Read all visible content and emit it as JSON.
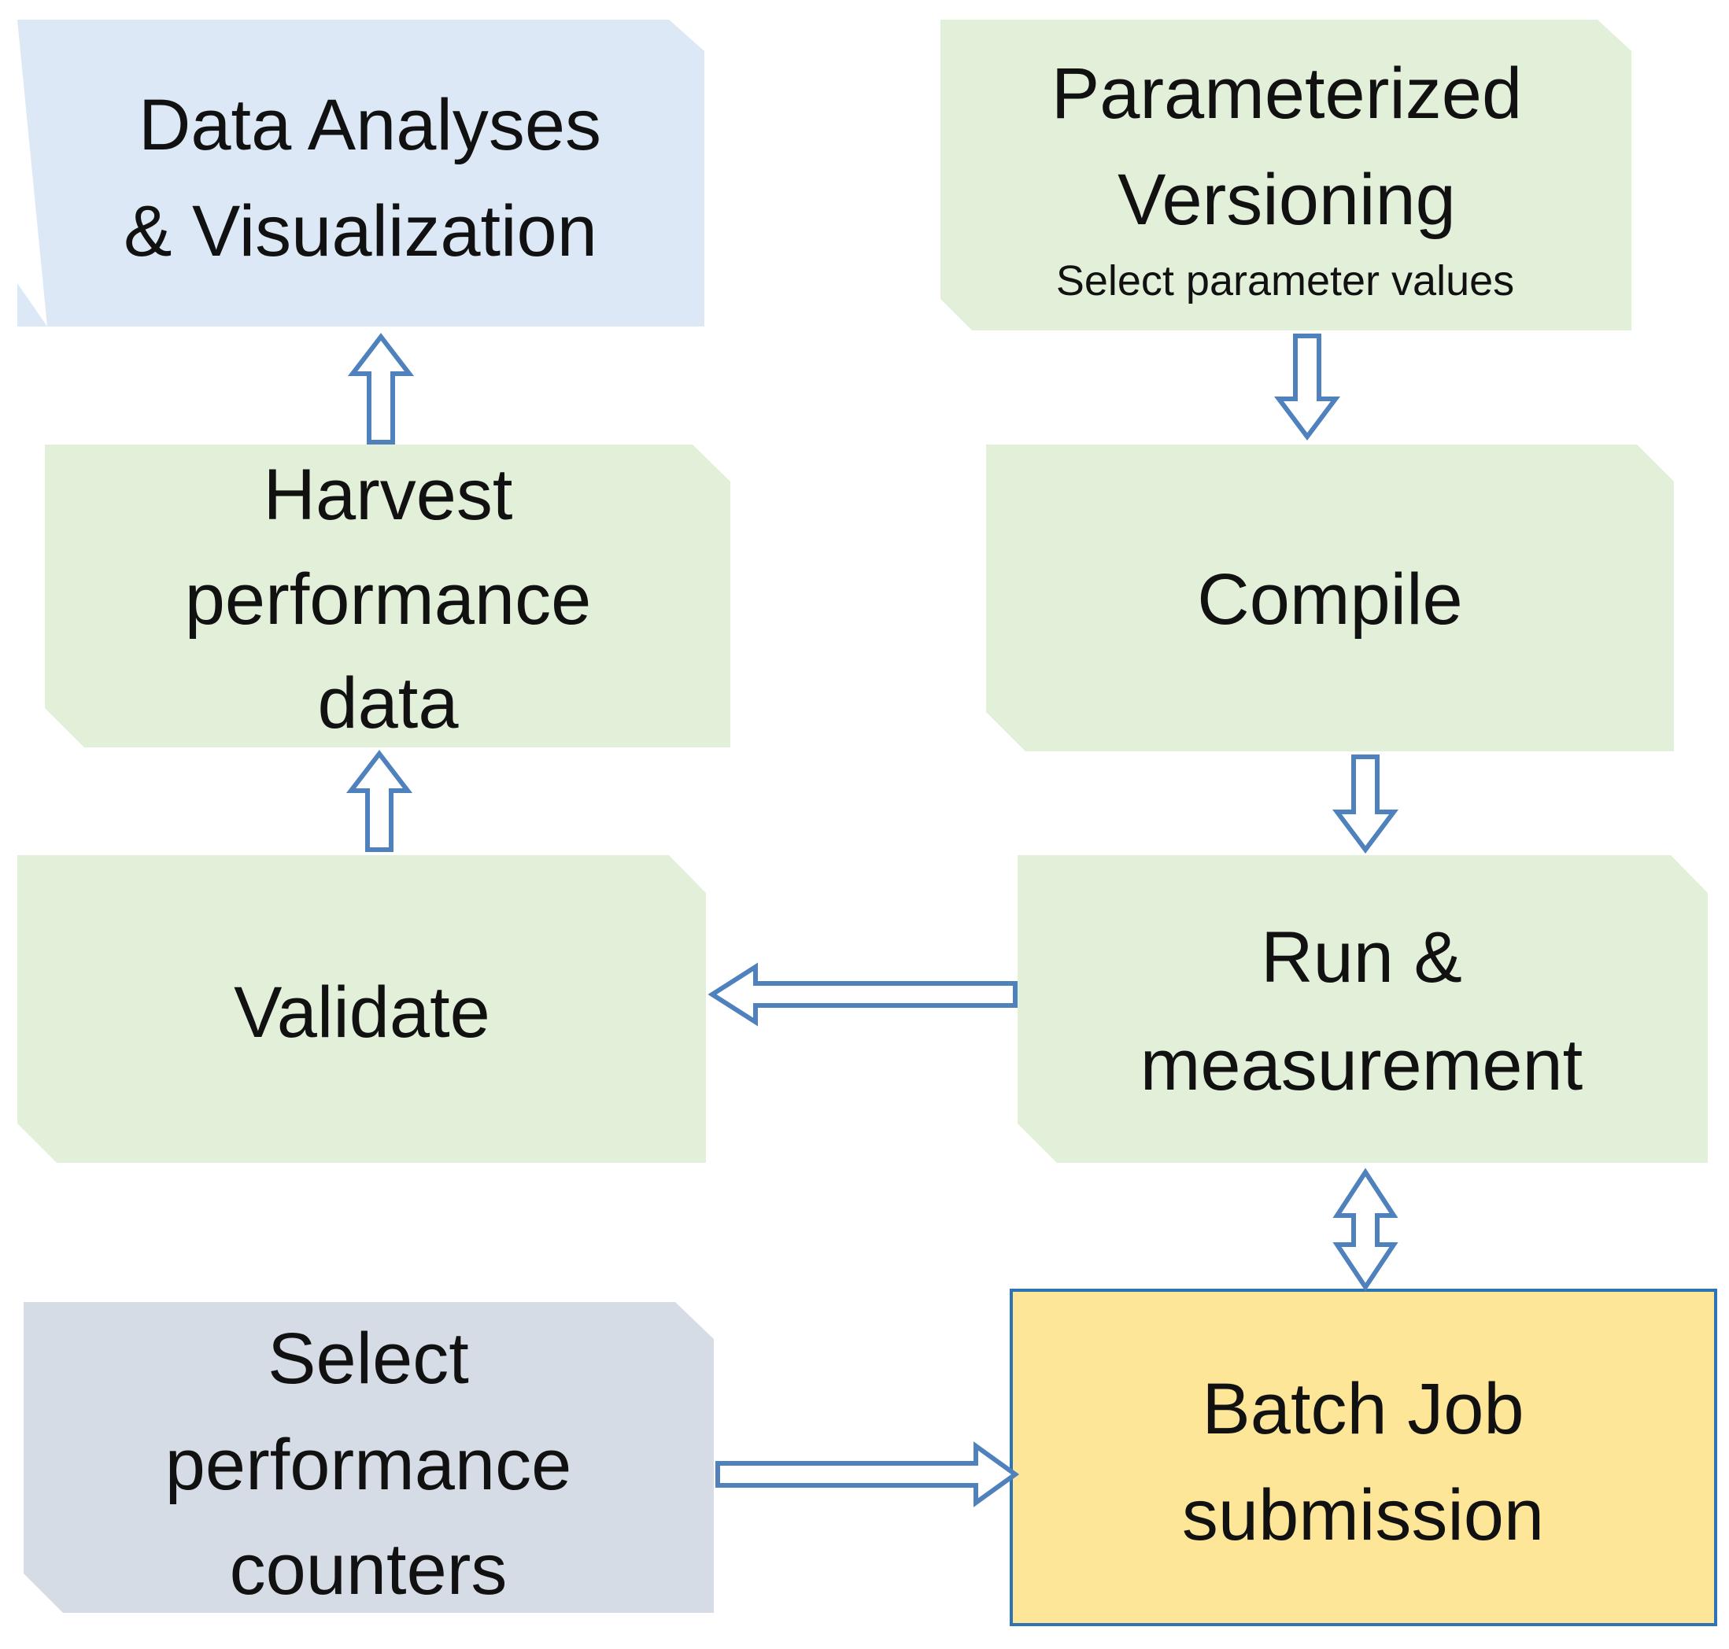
{
  "nodes": {
    "data_analyses": {
      "lines": [
        "Data Analyses",
        "& Visualization"
      ],
      "fill": "#dce8f5"
    },
    "param_versioning": {
      "lines": [
        "Parameterized",
        "Versioning"
      ],
      "subtitle": "Select parameter values",
      "fill": "#e2efd9"
    },
    "harvest": {
      "lines": [
        "Harvest",
        "performance",
        "data"
      ],
      "fill": "#e2efd9"
    },
    "compile": {
      "lines": [
        "Compile"
      ],
      "fill": "#e2efd9"
    },
    "validate": {
      "lines": [
        "Validate"
      ],
      "fill": "#e2efd9"
    },
    "run_measure": {
      "lines": [
        "Run &",
        "measurement"
      ],
      "fill": "#e2efd9"
    },
    "select_counters": {
      "lines": [
        "Select",
        "performance",
        "counters"
      ],
      "fill": "#d6dce5"
    },
    "batch_job": {
      "lines": [
        "Batch Job",
        "submission"
      ],
      "fill": "#fee699",
      "border": "#2e74b5"
    }
  },
  "arrows": [
    {
      "from": "harvest",
      "to": "data_analyses",
      "direction": "up"
    },
    {
      "from": "validate",
      "to": "harvest",
      "direction": "up"
    },
    {
      "from": "param_versioning",
      "to": "compile",
      "direction": "down"
    },
    {
      "from": "compile",
      "to": "run_measure",
      "direction": "down"
    },
    {
      "from": "run_measure",
      "to": "validate",
      "direction": "left"
    },
    {
      "from": "run_measure",
      "to": "batch_job",
      "direction": "both"
    },
    {
      "from": "select_counters",
      "to": "batch_job",
      "direction": "right"
    }
  ],
  "arrow_color": "#4f81bd"
}
